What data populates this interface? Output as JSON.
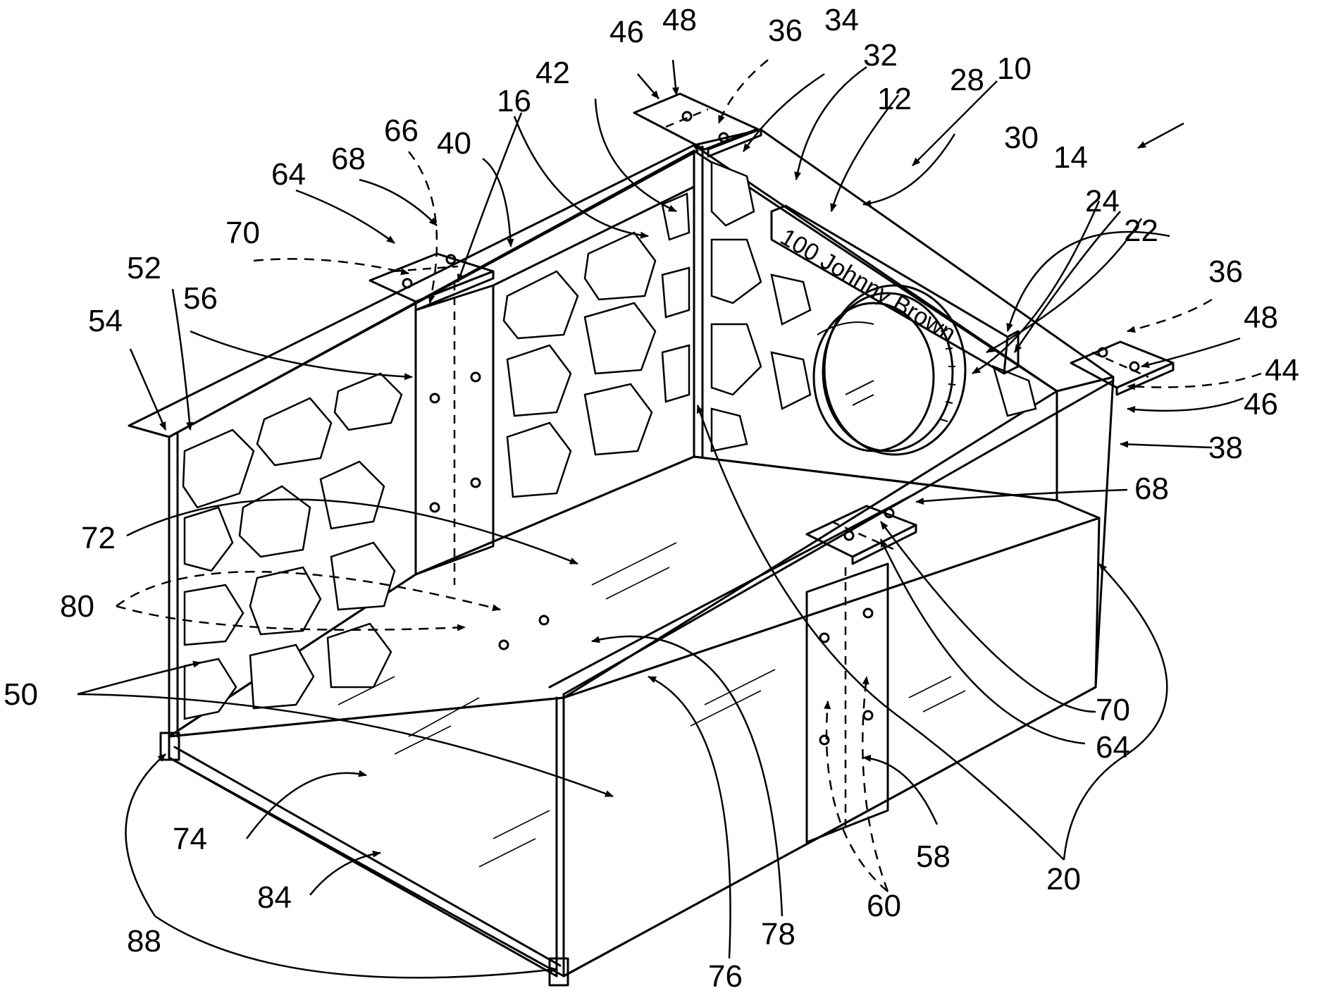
{
  "figure": {
    "plaque_text": "100 Johnny Brown",
    "reference_numerals": [
      {
        "id": "n10",
        "text": "10"
      },
      {
        "id": "n12",
        "text": "12"
      },
      {
        "id": "n14",
        "text": "14"
      },
      {
        "id": "n16",
        "text": "16"
      },
      {
        "id": "n20",
        "text": "20"
      },
      {
        "id": "n22",
        "text": "22"
      },
      {
        "id": "n24",
        "text": "24"
      },
      {
        "id": "n28",
        "text": "28"
      },
      {
        "id": "n30",
        "text": "30"
      },
      {
        "id": "n32",
        "text": "32"
      },
      {
        "id": "n34",
        "text": "34"
      },
      {
        "id": "n36a",
        "text": "36"
      },
      {
        "id": "n36b",
        "text": "36"
      },
      {
        "id": "n38",
        "text": "38"
      },
      {
        "id": "n40",
        "text": "40"
      },
      {
        "id": "n42",
        "text": "42"
      },
      {
        "id": "n44",
        "text": "44"
      },
      {
        "id": "n46a",
        "text": "46"
      },
      {
        "id": "n46b",
        "text": "46"
      },
      {
        "id": "n48a",
        "text": "48"
      },
      {
        "id": "n48b",
        "text": "48"
      },
      {
        "id": "n50",
        "text": "50"
      },
      {
        "id": "n52",
        "text": "52"
      },
      {
        "id": "n54",
        "text": "54"
      },
      {
        "id": "n56",
        "text": "56"
      },
      {
        "id": "n58",
        "text": "58"
      },
      {
        "id": "n60",
        "text": "60"
      },
      {
        "id": "n64a",
        "text": "64"
      },
      {
        "id": "n64b",
        "text": "64"
      },
      {
        "id": "n66",
        "text": "66"
      },
      {
        "id": "n68a",
        "text": "68"
      },
      {
        "id": "n68b",
        "text": "68"
      },
      {
        "id": "n70a",
        "text": "70"
      },
      {
        "id": "n70b",
        "text": "70"
      },
      {
        "id": "n72",
        "text": "72"
      },
      {
        "id": "n74",
        "text": "74"
      },
      {
        "id": "n76",
        "text": "76"
      },
      {
        "id": "n78",
        "text": "78"
      },
      {
        "id": "n80",
        "text": "80"
      },
      {
        "id": "n84",
        "text": "84"
      },
      {
        "id": "n88",
        "text": "88"
      }
    ]
  }
}
